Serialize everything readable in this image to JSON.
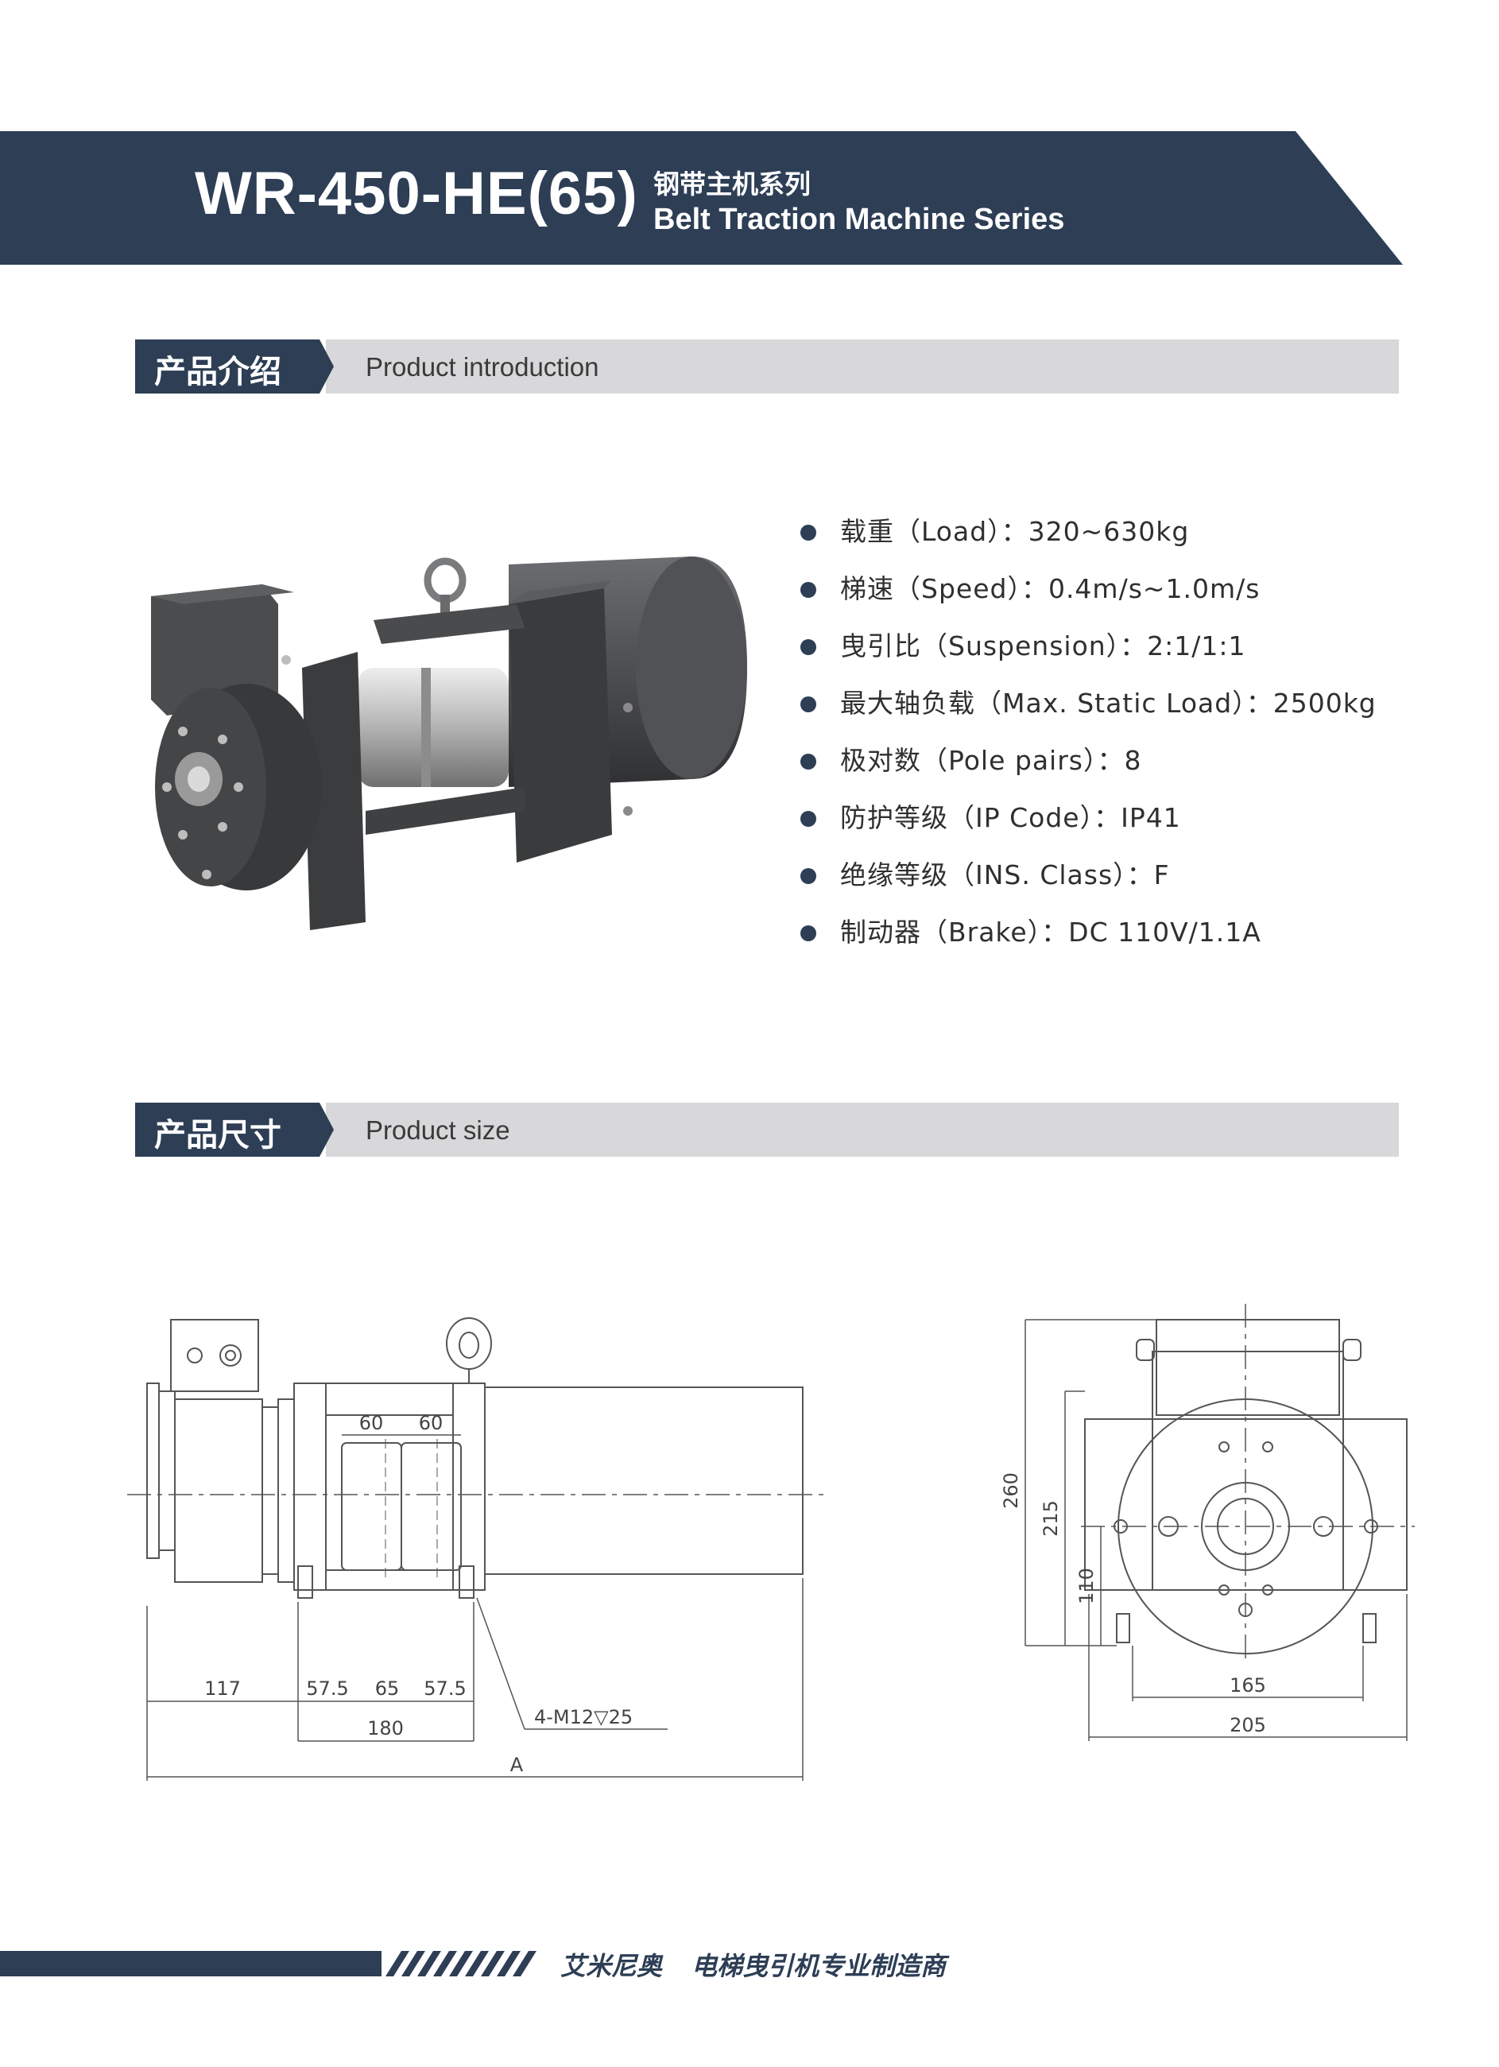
{
  "header": {
    "model": "WR-450-HE(65)",
    "series_cn": "钢带主机系列",
    "series_en": "Belt Traction Machine Series"
  },
  "colors": {
    "navy": "#2d3e55",
    "section_gray": "#d8d8da",
    "text": "#2f2f2f"
  },
  "sections": {
    "intro": {
      "cn": "产品介绍",
      "en": "Product introduction"
    },
    "size": {
      "cn": "产品尺寸",
      "en": "Product size"
    }
  },
  "specs": [
    "载重（Load）：320~630kg",
    "梯速（Speed）：0.4m/s~1.0m/s",
    "曳引比（Suspension）：2:1/1:1",
    "最大轴负载（Max. Static Load）：2500kg",
    "极对数（Pole pairs）：8",
    "防护等级（IP Code）：IP41",
    "绝缘等级（INS. Class）：F",
    "制动器（Brake）：DC 110V/1.1A"
  ],
  "drawing_side": {
    "dims": {
      "sheave_width_1": "60",
      "sheave_width_2": "60",
      "left_offset": "117",
      "foot_1": "57.5",
      "foot_2": "65",
      "foot_3": "57.5",
      "foot_span": "180",
      "overall": "A",
      "bolt_note": "4-M12▽25"
    }
  },
  "drawing_front": {
    "dims": {
      "height_total": "260",
      "height_215": "215",
      "height_110": "110",
      "width_165": "165",
      "width_205": "205"
    }
  },
  "footer": {
    "brand": "艾米尼奥",
    "slogan": "电梯曳引机专业制造商"
  }
}
